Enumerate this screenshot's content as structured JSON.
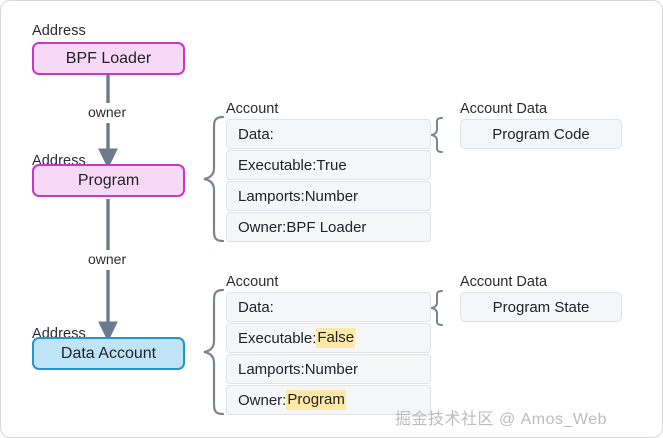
{
  "colors": {
    "canvas_background": "#ffffff",
    "node_pink_fill": "#f7d9f7",
    "node_pink_border": "#c838c8",
    "node_blue_fill": "#bfe4f8",
    "node_blue_border": "#2196d6",
    "row_fill": "#f5f6f8",
    "row_border": "#dfe2e7",
    "connector": "#6b7a8d",
    "brace": "#7a848f",
    "highlight": "#fde8a6",
    "text": "#22222a",
    "watermark": "#bdbdbd"
  },
  "nodes": [
    {
      "address_label": "Address",
      "title": "BPF Loader",
      "style": "pink"
    },
    {
      "address_label": "Address",
      "title": "Program",
      "style": "pink"
    },
    {
      "address_label": "Address",
      "title": "Data Account",
      "style": "blue"
    }
  ],
  "edges": [
    {
      "label": "owner",
      "from": "BPF Loader",
      "to": "Program"
    },
    {
      "label": "owner",
      "from": "Program",
      "to": "Data Account"
    }
  ],
  "accounts": [
    {
      "group_label": "Account",
      "rows": [
        {
          "key": "Data:",
          "value": "",
          "highlight": false
        },
        {
          "key": "Executable:",
          "value": " True",
          "highlight": false
        },
        {
          "key": "Lamports:",
          "value": " Number",
          "highlight": false
        },
        {
          "key": "Owner:",
          "value": " BPF Loader",
          "highlight": false
        }
      ],
      "account_data": {
        "group_label": "Account Data",
        "title": "Program Code"
      }
    },
    {
      "group_label": "Account",
      "rows": [
        {
          "key": "Data:",
          "value": "",
          "highlight": false
        },
        {
          "key": "Executable:",
          "value": "False",
          "highlight": true
        },
        {
          "key": "Lamports:",
          "value": " Number",
          "highlight": false
        },
        {
          "key": "Owner:",
          "value": "Program",
          "highlight": true
        }
      ],
      "account_data": {
        "group_label": "Account Data",
        "title": "Program State"
      }
    }
  ],
  "watermark": {
    "text": "掘金技术社区 @ Amos_Web"
  }
}
